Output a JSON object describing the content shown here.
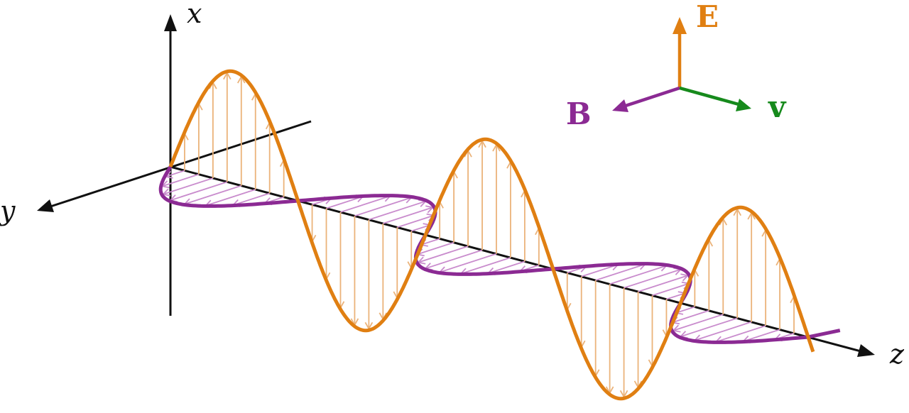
{
  "axes": {
    "x_label": "x",
    "y_label": "y",
    "z_label": "z"
  },
  "legend": {
    "E_label": "E",
    "B_label": "B",
    "v_label": "v"
  },
  "colors": {
    "electric_field": "#e07f12",
    "electric_field_light": "#ebb37a",
    "magnetic_field": "#8b2a93",
    "magnetic_field_light": "#c98ccd",
    "velocity": "#168a1c",
    "axis": "#111111"
  },
  "wave": {
    "cycles_shown": 2.5,
    "field_lines_per_half_cycle": 9
  }
}
